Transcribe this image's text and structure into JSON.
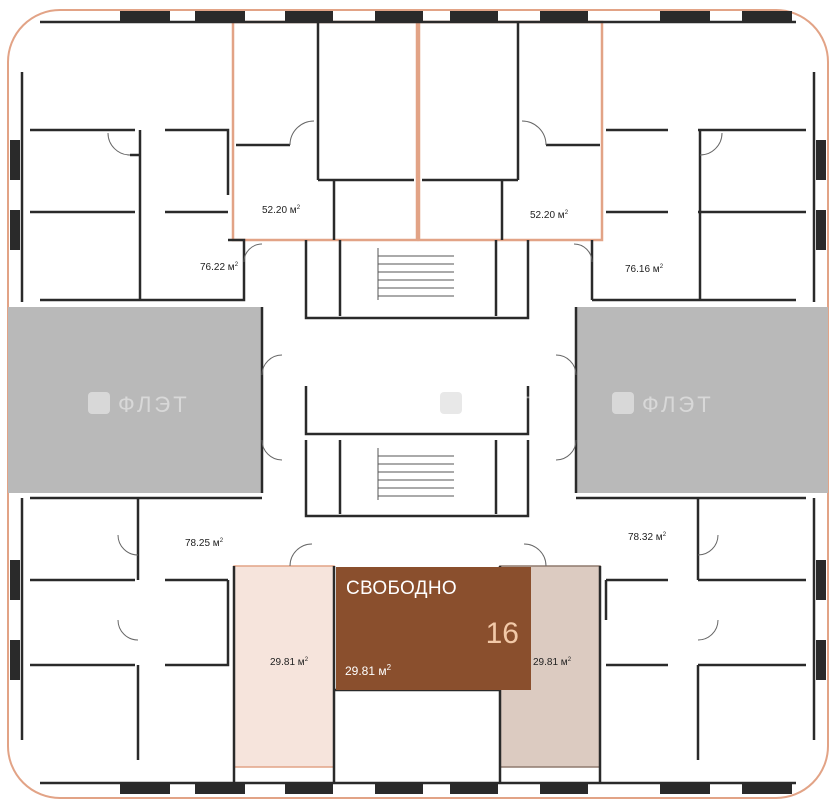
{
  "colors": {
    "outline": "#e2a386",
    "wall": "#2a2a2a",
    "corridor": "#b9b9b9",
    "highlight_selected": "#8a4f2d",
    "highlight_light": "#f6e4dc",
    "highlight_mid": "#dccbc1"
  },
  "selected_unit": {
    "status": "СВОБОДНО",
    "number": "16",
    "area_value": "29.81 м",
    "area_sup": "2"
  },
  "areas": {
    "nw": "76.22 м",
    "n_left": "52.20 м",
    "n_right": "52.20 м",
    "ne": "76.16 м",
    "sw": "78.25 м",
    "se": "78.32 м",
    "s_left": "29.81 м",
    "s_right": "29.81 м",
    "sup": "2"
  },
  "watermark": {
    "icon": "flat-logo-icon",
    "text": "ФЛЭТ"
  }
}
